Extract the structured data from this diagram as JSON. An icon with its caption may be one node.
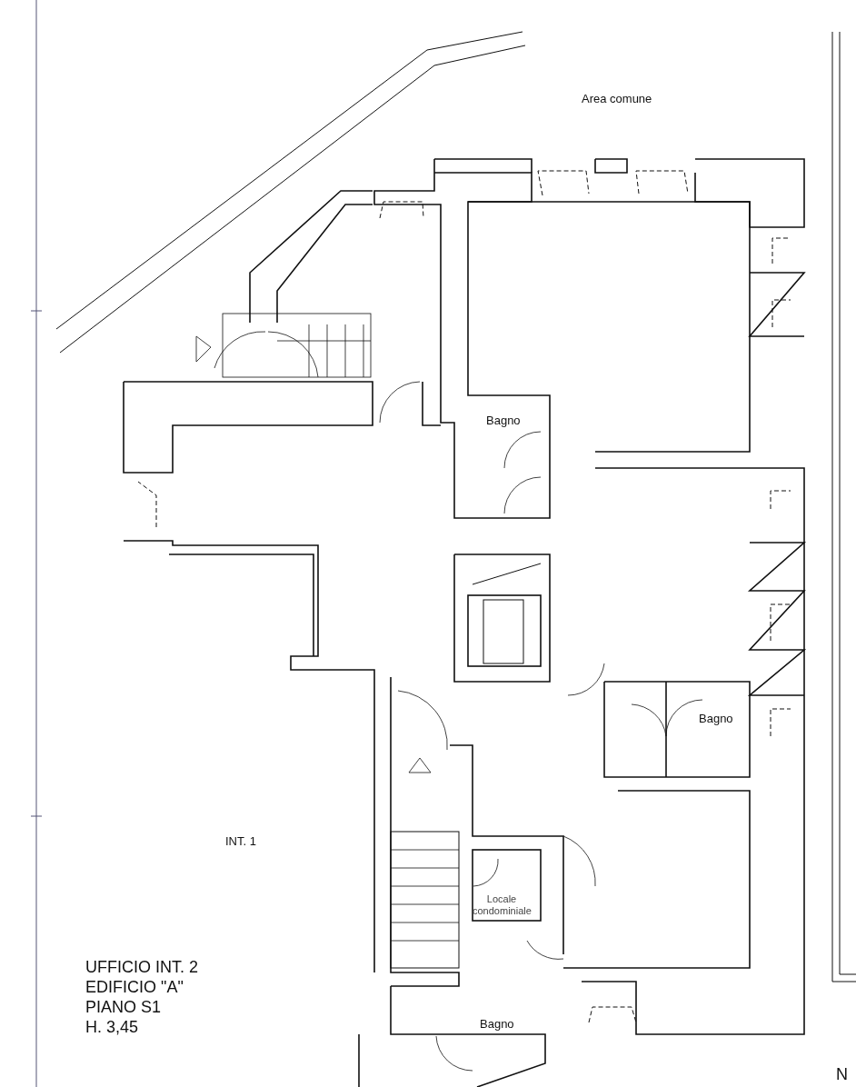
{
  "diagram": {
    "labels": [
      "Area comune",
      "Bagno",
      "Bagno",
      "INT. 1",
      "Locale condominiale",
      "UFFICIO INT. 2",
      "EDIFICIO \"A\"",
      "PIANO S1",
      "Bagno",
      "H. 3,45",
      "N"
    ]
  }
}
